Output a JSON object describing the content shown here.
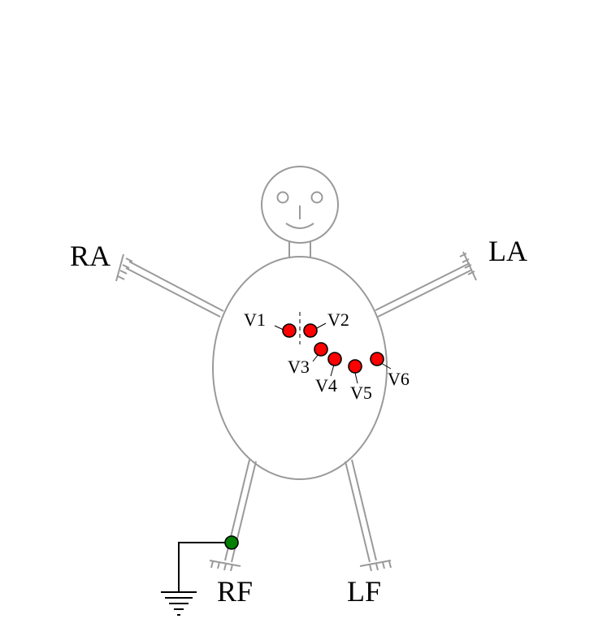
{
  "limb_labels": {
    "right_arm": "RA",
    "left_arm": "LA",
    "right_foot": "RF",
    "left_foot": "LF"
  },
  "chest_leads": [
    {
      "id": "v1",
      "label": "V1"
    },
    {
      "id": "v2",
      "label": "V2"
    },
    {
      "id": "v3",
      "label": "V3"
    },
    {
      "id": "v4",
      "label": "V4"
    },
    {
      "id": "v5",
      "label": "V5"
    },
    {
      "id": "v6",
      "label": "V6"
    }
  ],
  "colors": {
    "outline": "#9a9a9a",
    "chest_electrode": "#ff0000",
    "ground_electrode": "#008000",
    "wire": "#000000"
  },
  "icons": {
    "ground": "ground-symbol-icon",
    "electrode": "electrode-dot-icon"
  }
}
